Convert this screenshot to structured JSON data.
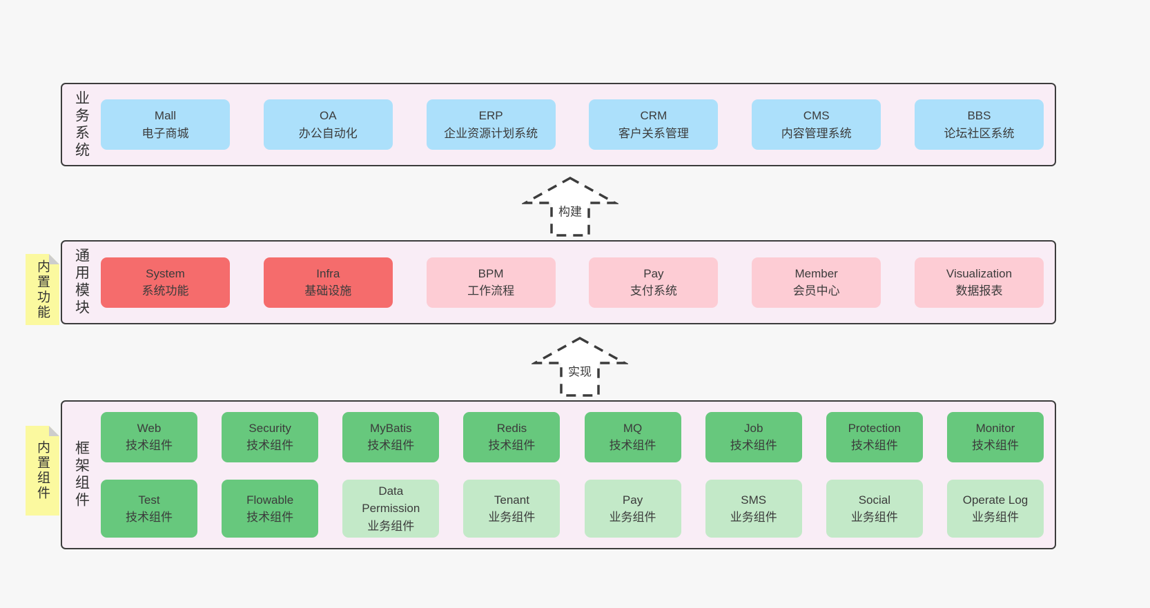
{
  "colors": {
    "page_background": "#f7f7f7",
    "panel_background": "#f9edf6",
    "panel_border": "#3c3c3c",
    "blue_box": "#ace0fb",
    "red_box": "#f56c6c",
    "pink_box": "#fdccd4",
    "green_box": "#67c87d",
    "light_green_box": "#c3e9c8",
    "sticky_note": "#fbf99f",
    "text": "#3b3b3b"
  },
  "arrows": [
    {
      "label": "构建"
    },
    {
      "label": "实现"
    }
  ],
  "layers": [
    {
      "label": "业务系统",
      "boxes": [
        {
          "title": "Mall",
          "subtitle": "电子商城",
          "color": "blue"
        },
        {
          "title": "OA",
          "subtitle": "办公自动化",
          "color": "blue"
        },
        {
          "title": "ERP",
          "subtitle": "企业资源计划系统",
          "color": "blue"
        },
        {
          "title": "CRM",
          "subtitle": "客户关系管理",
          "color": "blue"
        },
        {
          "title": "CMS",
          "subtitle": "内容管理系统",
          "color": "blue"
        },
        {
          "title": "BBS",
          "subtitle": "论坛社区系统",
          "color": "blue"
        }
      ]
    },
    {
      "label": "通用模块",
      "note": "内置功能",
      "boxes": [
        {
          "title": "System",
          "subtitle": "系统功能",
          "color": "red"
        },
        {
          "title": "Infra",
          "subtitle": "基础设施",
          "color": "red"
        },
        {
          "title": "BPM",
          "subtitle": "工作流程",
          "color": "pink"
        },
        {
          "title": "Pay",
          "subtitle": "支付系统",
          "color": "pink"
        },
        {
          "title": "Member",
          "subtitle": "会员中心",
          "color": "pink"
        },
        {
          "title": "Visualization",
          "subtitle": "数据报表",
          "color": "pink"
        }
      ]
    },
    {
      "label": "框架组件",
      "note": "内置组件",
      "rows": [
        [
          {
            "title": "Web",
            "subtitle": "技术组件",
            "color": "green"
          },
          {
            "title": "Security",
            "subtitle": "技术组件",
            "color": "green"
          },
          {
            "title": "MyBatis",
            "subtitle": "技术组件",
            "color": "green"
          },
          {
            "title": "Redis",
            "subtitle": "技术组件",
            "color": "green"
          },
          {
            "title": "MQ",
            "subtitle": "技术组件",
            "color": "green"
          },
          {
            "title": "Job",
            "subtitle": "技术组件",
            "color": "green"
          },
          {
            "title": "Protection",
            "subtitle": "技术组件",
            "color": "green"
          },
          {
            "title": "Monitor",
            "subtitle": "技术组件",
            "color": "green"
          }
        ],
        [
          {
            "title": "Test",
            "subtitle": "技术组件",
            "color": "green"
          },
          {
            "title": "Flowable",
            "subtitle": "技术组件",
            "color": "green"
          },
          {
            "title": "Data Permission",
            "subtitle": "业务组件",
            "color": "lightgreen"
          },
          {
            "title": "Tenant",
            "subtitle": "业务组件",
            "color": "lightgreen"
          },
          {
            "title": "Pay",
            "subtitle": "业务组件",
            "color": "lightgreen"
          },
          {
            "title": "SMS",
            "subtitle": "业务组件",
            "color": "lightgreen"
          },
          {
            "title": "Social",
            "subtitle": "业务组件",
            "color": "lightgreen"
          },
          {
            "title": "Operate Log",
            "subtitle": "业务组件",
            "color": "lightgreen"
          }
        ]
      ]
    }
  ]
}
